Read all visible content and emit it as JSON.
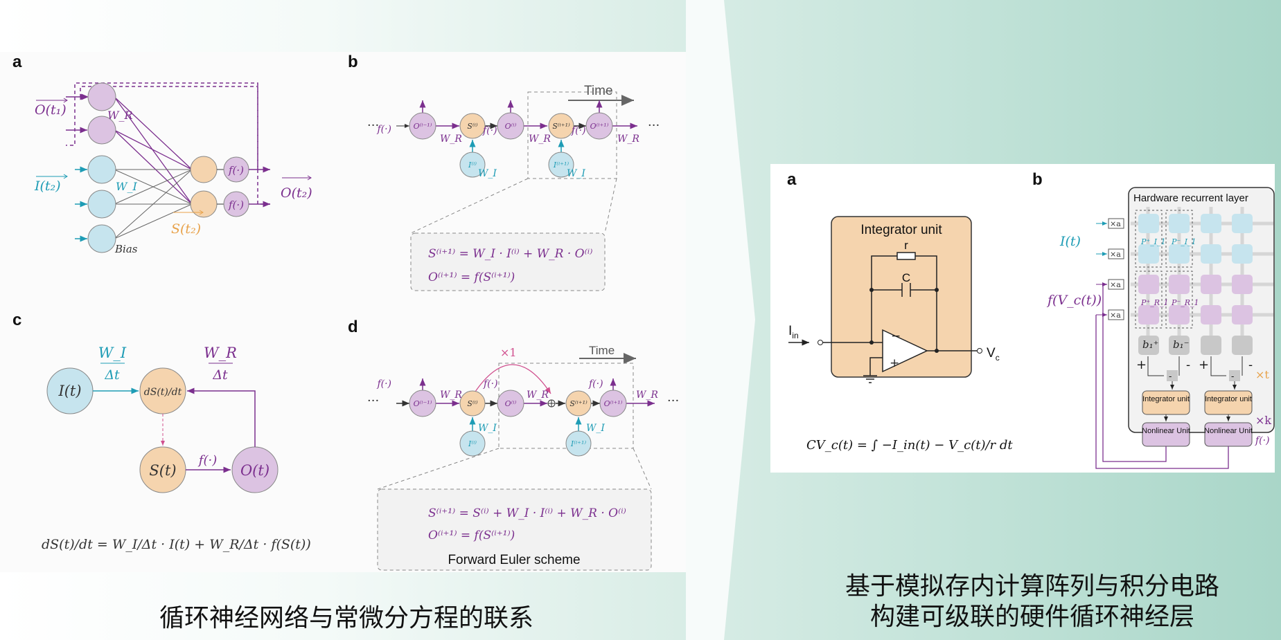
{
  "colors": {
    "purple": "#7b2f8e",
    "cyan": "#1e9cb5",
    "orange": "#e8a24a",
    "green": "#2e9a4a",
    "node_purple": "#dcc3e2",
    "node_cyan": "#c6e4ee",
    "node_orange": "#f5d4ae",
    "gray_node": "#c8c8c8"
  },
  "captions": {
    "left": "循环神经网络与常微分方程的联系",
    "right_line1": "基于模拟存内计算阵列与积分电路",
    "right_line2": "构建可级联的硬件循环神经层"
  },
  "panel_a": {
    "label": "a",
    "input_o": "O(t₁)",
    "input_i": "I(t₂)",
    "wr": "W_R",
    "wi": "W_I",
    "bias": "Bias",
    "s_label": "S(t₂)",
    "output": "O(t₂)",
    "f1": "f(·)",
    "f2": "f(·)"
  },
  "panel_b": {
    "label": "b",
    "time": "Time",
    "dots_left": "···",
    "dots_right": "···",
    "eq1": "S⁽ⁱ⁺¹⁾ = W_I · I⁽ⁱ⁾ + W_R · O⁽ⁱ⁾",
    "eq2": "O⁽ⁱ⁺¹⁾ = f(S⁽ⁱ⁺¹⁾)"
  },
  "panel_c": {
    "label": "c",
    "it": "I(t)",
    "ds": "dS(t)/dt",
    "st": "S(t)",
    "ot": "O(t)",
    "wi": "W_I",
    "wr": "W_R",
    "dt": "Δt",
    "f": "f(·)",
    "eq": "dS(t)/dt = W_I/Δt · I(t) + W_R/Δt · f(S(t))"
  },
  "panel_d": {
    "label": "d",
    "time": "Time",
    "times1": "×1",
    "eq1": "S⁽ⁱ⁺¹⁾ = S⁽ⁱ⁾ + W_I · I⁽ⁱ⁾ + W_R · O⁽ⁱ⁾",
    "eq2": "O⁽ⁱ⁺¹⁾ = f(S⁽ⁱ⁺¹⁾)",
    "scheme": "Forward Euler scheme"
  },
  "panel_ra": {
    "label": "a",
    "title": "Integrator unit",
    "r": "r",
    "c": "C",
    "iin": "I",
    "iin_sub": "in",
    "vc": "V",
    "vc_sub": "c",
    "minus": "−",
    "plus": "+",
    "eq": "CV_c(t) = ∫ −I_in(t) − V_c(t)/r dt"
  },
  "panel_rb": {
    "label": "b",
    "title": "Hardware recurrent  layer",
    "it": "I(t)",
    "fvc": "f(V_c(t))",
    "xa": "×a",
    "p1": "P⁺_I_1",
    "p2": "P⁻_I_1",
    "p3": "P⁺_R_1",
    "p4": "P⁻_R_1",
    "b1p": "b₁⁺",
    "b1m": "b₁⁻",
    "plus": "+",
    "minus": "-",
    "integ": "Integrator unit",
    "nonlin": "Nonlinear Unit",
    "xt": "×t",
    "xk": "×k",
    "f": "f(·)"
  }
}
